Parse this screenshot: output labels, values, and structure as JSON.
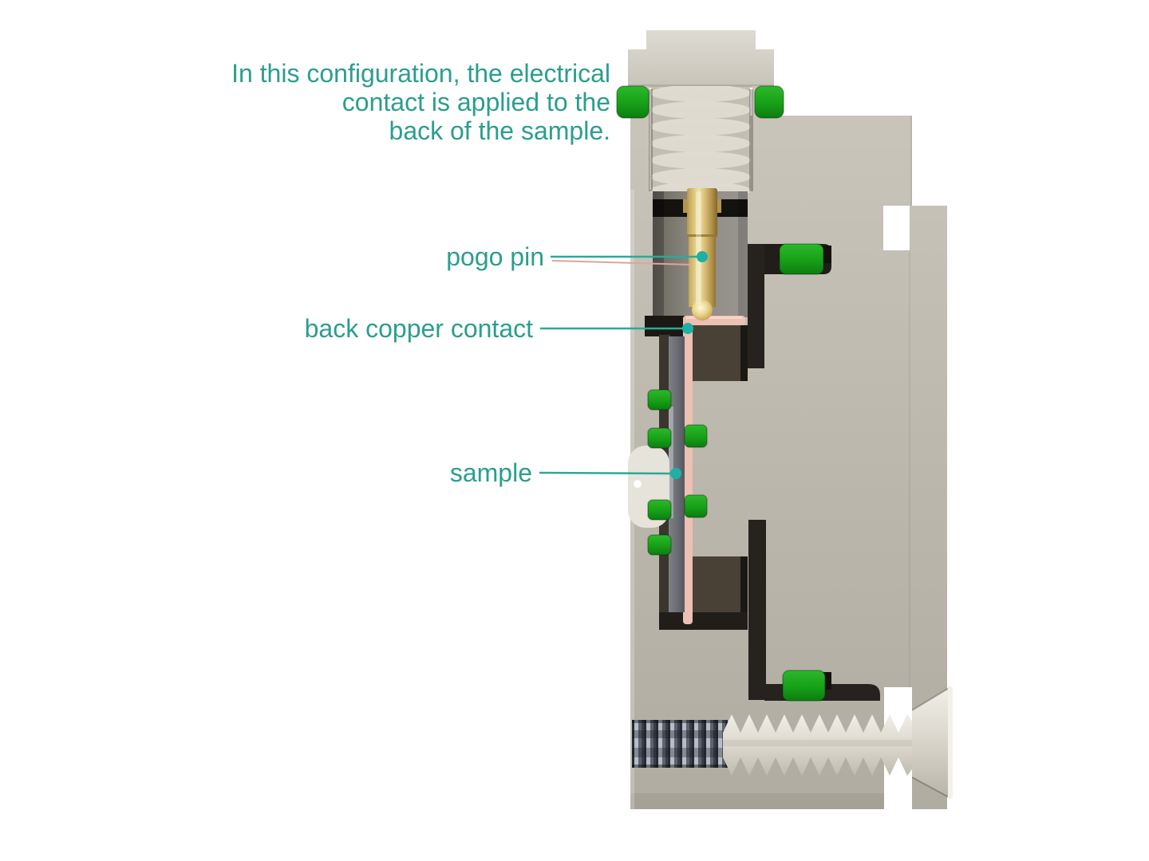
{
  "annotation": {
    "caption_lines": [
      "In this configuration, the electrical",
      "contact is applied to the",
      "back of the sample."
    ],
    "labels": [
      {
        "text": "pogo pin"
      },
      {
        "text": "back copper contact"
      },
      {
        "text": "sample"
      }
    ]
  },
  "colors": {
    "annotation_text": "#2b9e8e",
    "leader_line": "#2ba99a",
    "marker_dot": "#1db1a4",
    "artifact_line_pink": "#dfa49a",
    "seal_green": "#1da21d",
    "body_beige": "#c2beb3",
    "brass_gold": "#d9bf78",
    "copper_pink": "#ecc0b2",
    "sample_gray": "#6b6f75",
    "spring_steel": "#8a919d",
    "background": "#ffffff"
  },
  "diagram_parts": [
    "cell-body",
    "retaining-cap",
    "thumbscrew-threads",
    "o-ring-left",
    "o-ring-right",
    "pogo-pin",
    "back-copper-contact",
    "sample",
    "sample-window",
    "perimeter-seals",
    "seal-channel",
    "compression-spring",
    "clamp-screw"
  ]
}
